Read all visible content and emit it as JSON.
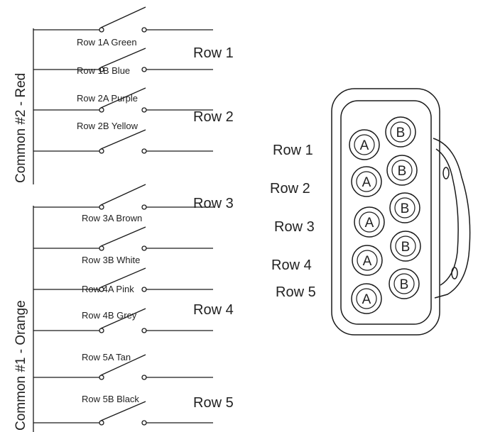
{
  "wiring": {
    "common2_label": "Common #2  -  Red",
    "common1_label": "Common #1  -  Orange",
    "switch_labels": [
      "Row 1A  Green",
      "Row 1B  Blue",
      "Row 2A  Purple",
      "Row 2B  Yellow",
      "Row 3A  Brown",
      "Row 3B  White",
      "Row 4A  Pink",
      "Row 4B  Grey",
      "Row 5A  Tan",
      "Row 5B  Black"
    ],
    "row_labels": [
      "Row 1",
      "Row 2",
      "Row 3",
      "Row 4",
      "Row 5"
    ]
  },
  "remote": {
    "row_labels": [
      "Row 1",
      "Row 2",
      "Row 3",
      "Row 4",
      "Row 5"
    ],
    "button_a": "A",
    "button_b": "B"
  },
  "colors": {
    "line": "#1a1a1a",
    "text": "#222222"
  }
}
